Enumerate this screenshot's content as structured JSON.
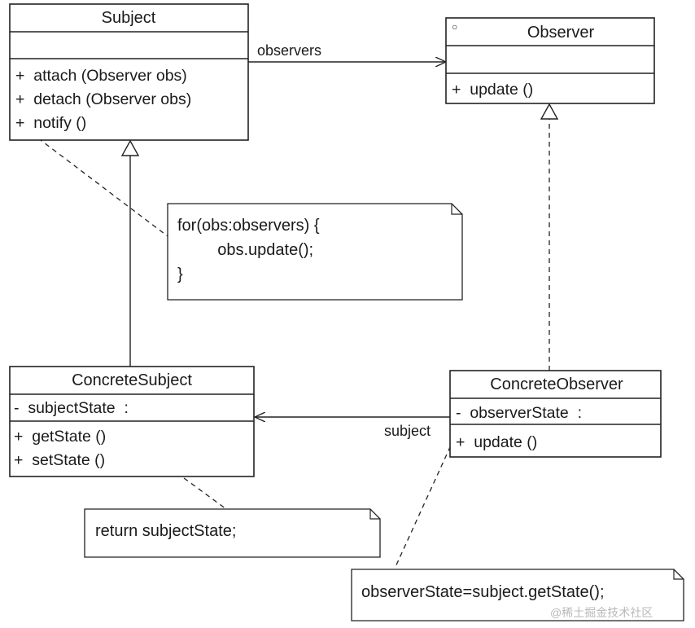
{
  "classes": {
    "subject": {
      "name": "Subject",
      "methods": [
        "+  attach (Observer obs)",
        "+  detach (Observer obs)",
        "+  notify ()"
      ]
    },
    "observer": {
      "name": "Observer",
      "stereotype": "○",
      "methods": [
        "+  update ()"
      ]
    },
    "concrete_subject": {
      "name": "ConcreteSubject",
      "attributes": [
        "-  subjectState  :"
      ],
      "methods": [
        "+  getState ()",
        "+  setState ()"
      ]
    },
    "concrete_observer": {
      "name": "ConcreteObserver",
      "attributes": [
        "-  observerState  :"
      ],
      "methods": [
        "+  update ()"
      ]
    }
  },
  "associations": {
    "observers_label": "observers",
    "subject_label": "subject"
  },
  "notes": {
    "notify_note": [
      "for(obs:observers) {",
      "    obs.update();",
      "}"
    ],
    "getstate_note": "return subjectState;",
    "update_note": "observerState=subject.getState();"
  },
  "watermark": "@稀土掘金技术社区"
}
